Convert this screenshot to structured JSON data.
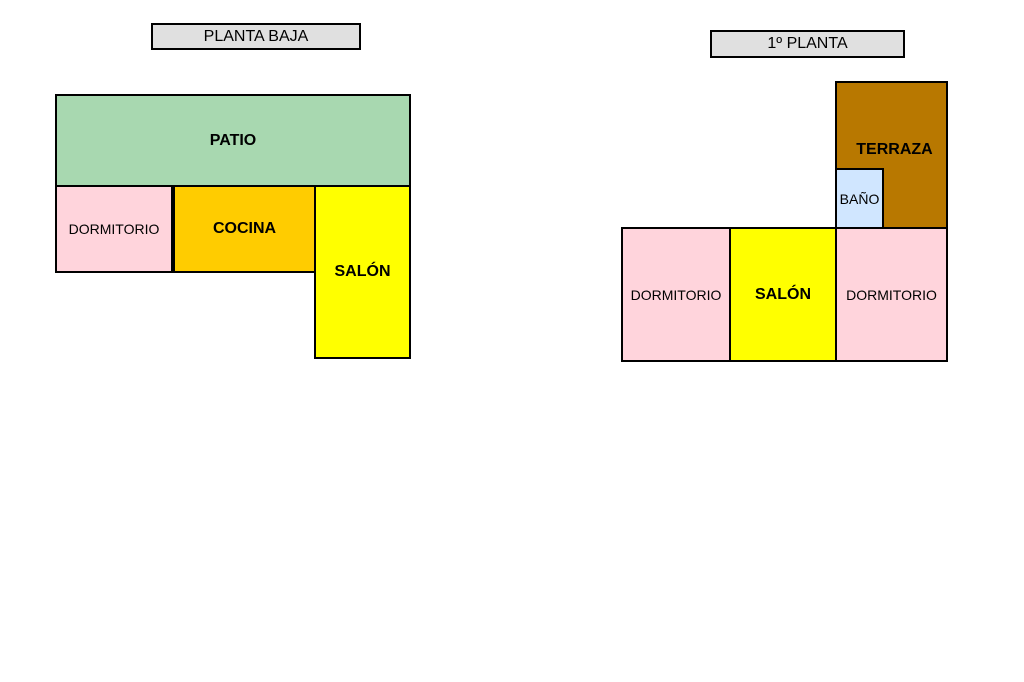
{
  "floors": {
    "ground": {
      "title": "PLANTA BAJA",
      "rooms": {
        "patio": {
          "label": "PATIO",
          "color": "#a8d8b0"
        },
        "dormitorio": {
          "label": "DORMITORIO",
          "color": "#ffd4dc"
        },
        "cocina": {
          "label": "COCINA",
          "color": "#ffcc00"
        },
        "salon": {
          "label": "SALÓN",
          "color": "#ffff00"
        }
      }
    },
    "first": {
      "title": "1º PLANTA",
      "rooms": {
        "terraza": {
          "label": "TERRAZA",
          "color": "#b87800"
        },
        "bano": {
          "label": "BAÑO",
          "color": "#d0e6ff"
        },
        "dormitorio_left": {
          "label": "DORMITORIO",
          "color": "#ffd4dc"
        },
        "salon": {
          "label": "SALÓN",
          "color": "#ffff00"
        },
        "dormitorio_right": {
          "label": "DORMITORIO",
          "color": "#ffd4dc"
        }
      }
    }
  }
}
